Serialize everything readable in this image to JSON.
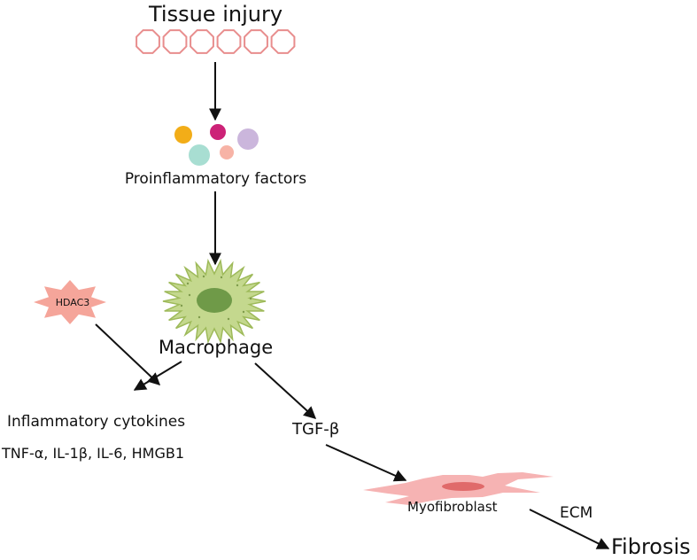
{
  "labels": {
    "tissue_injury": "Tissue injury",
    "proinflammatory_factors": "Proinflammatory factors",
    "macrophage": "Macrophage",
    "hdac3": "HDAC3",
    "inflammatory_cytokines": "Inflammatory cytokines",
    "cytokine_list": "TNF-α, IL-1β, IL-6, HMGB1",
    "tgf_beta": "TGF-β",
    "myofibroblast": "Myofibroblast",
    "ecm": "ECM",
    "fibrosis": "Fibrosis"
  },
  "colors": {
    "tissue_cell_outline": "#e88d8d",
    "factor_orange": "#f2ad18",
    "factor_magenta": "#cc2277",
    "factor_lavender": "#cbb6dc",
    "factor_teal": "#a8ded2",
    "factor_salmon": "#f7b3a6",
    "macrophage_body": "#c4d88e",
    "macrophage_outline": "#9eba5a",
    "macrophage_nucleus": "#6f9a48",
    "hdac3_star": "#f5a59a",
    "myofibroblast_body": "#f6b3b3",
    "myofibroblast_nucleus": "#e06a6a",
    "arrow": "#111111"
  },
  "icons": [
    "tissue-cells-icon",
    "proinflammatory-factor-dots-icon",
    "macrophage-cell-icon",
    "hdac3-star-icon",
    "myofibroblast-cell-icon"
  ]
}
